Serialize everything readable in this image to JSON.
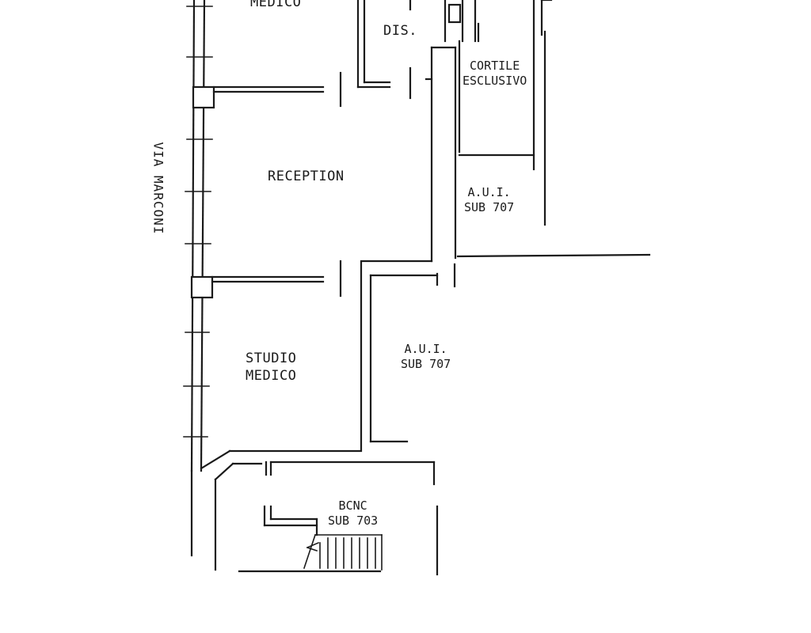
{
  "street": "VIA MARCONI",
  "rooms": {
    "studio_medico_top": "MEDICO",
    "dis": "DIS.",
    "cortile_line1": "CORTILE",
    "cortile_line2": "ESCLUSIVO",
    "reception": "RECEPTION",
    "aui_small_line1": "A.U.I.",
    "aui_small_line2": "SUB 707",
    "studio_medico_line1": "STUDIO",
    "studio_medico_line2": "MEDICO",
    "aui_large_line1": "A.U.I.",
    "aui_large_line2": "SUB 707",
    "bcnc_line1": "BCNC",
    "bcnc_line2": "SUB 703"
  },
  "colors": {
    "ink": "#1a1a1a",
    "paper": "#ffffff"
  }
}
